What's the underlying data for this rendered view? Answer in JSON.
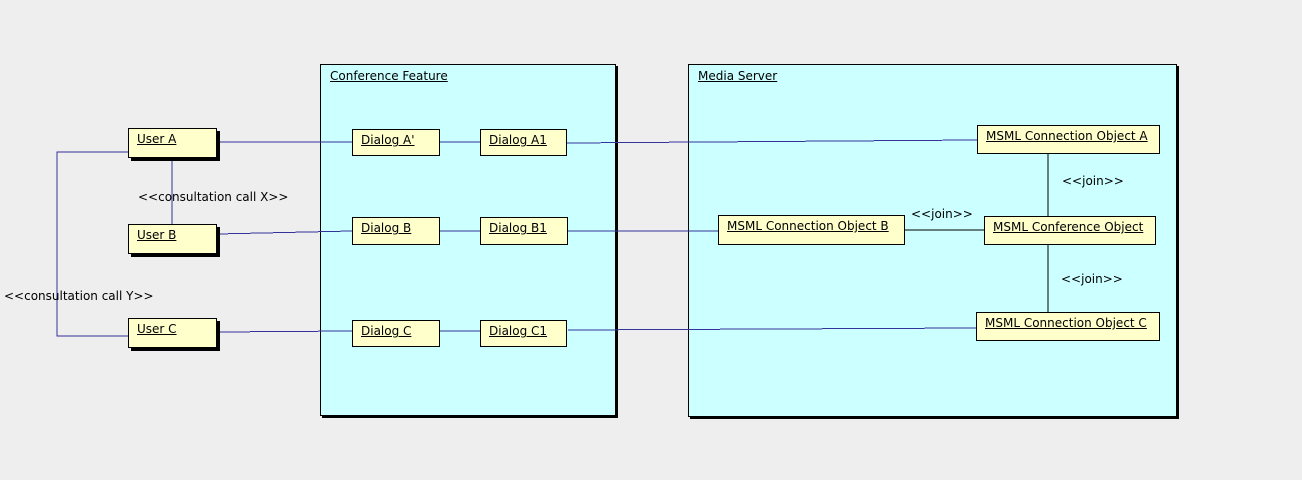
{
  "diagram": {
    "background_color": "#EEEEEE",
    "container_fill": "#CCFFFF",
    "node_fill": "#FFFFCC",
    "border_color": "#000000",
    "connector_blue": "#333399",
    "connector_black": "#000000",
    "containers": {
      "conference_feature": {
        "title": "Conference Feature"
      },
      "media_server": {
        "title": "Media Server"
      }
    },
    "nodes": {
      "user_a": "User A",
      "user_b": "User B",
      "user_c": "User C",
      "dialog_a_prime": "Dialog A'",
      "dialog_a1": "Dialog A1",
      "dialog_b": "Dialog B",
      "dialog_b1": "Dialog B1",
      "dialog_c": "Dialog C",
      "dialog_c1": "Dialog C1",
      "msml_connection_a": "MSML Connection Object A",
      "msml_connection_b": "MSML Connection Object B",
      "msml_conference": "MSML Conference Object",
      "msml_connection_c": "MSML Connection Object C"
    },
    "labels": {
      "consultation_x": "<<consultation call X>>",
      "consultation_y": "<<consultation call Y>>",
      "join_a": "<<join>>",
      "join_b": "<<join>>",
      "join_c": "<<join>>"
    }
  }
}
